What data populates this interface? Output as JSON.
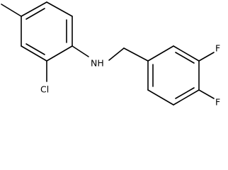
{
  "molecule": {
    "atoms": {
      "nh": "NH",
      "cl": "Cl",
      "f_meta": "F",
      "f_para": "F"
    }
  },
  "colors": {
    "bond": "#000000",
    "label": "#000000",
    "background": "#ffffff"
  }
}
